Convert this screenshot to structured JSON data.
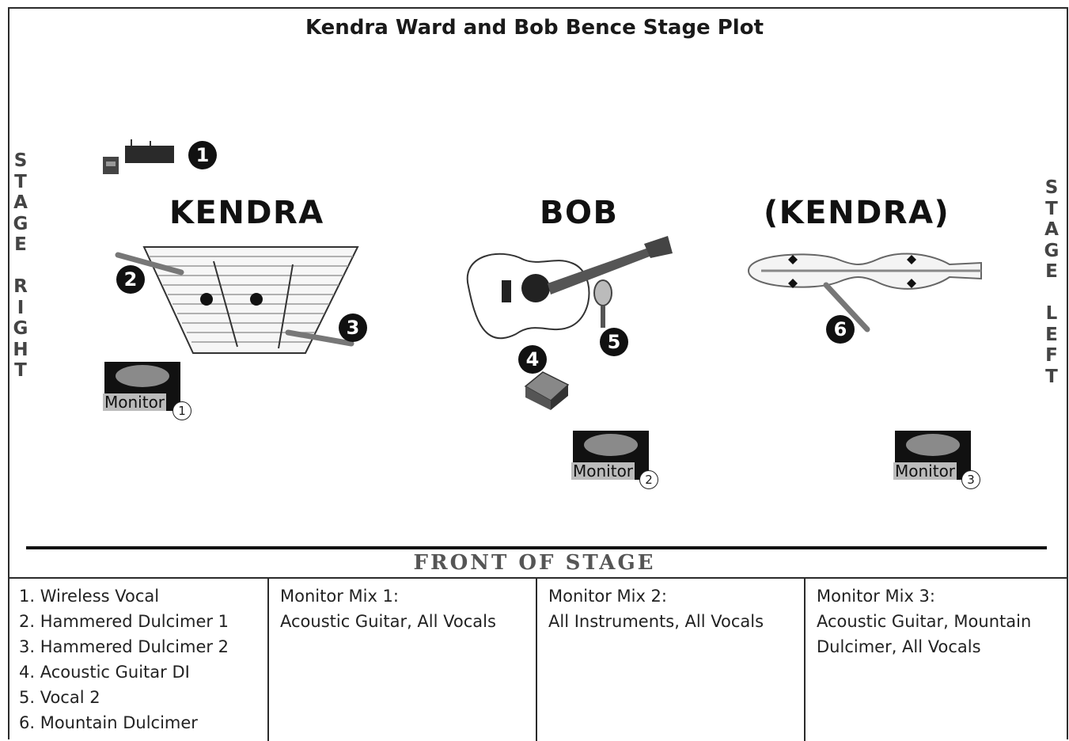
{
  "title": "Kendra Ward and Bob Bence Stage Plot",
  "stage_right": "STAGE\nRIGHT",
  "stage_left": "STAGE\nLEFT",
  "performers": {
    "kendra": "KENDRA",
    "bob": "BOB",
    "kendra_alt": "(KENDRA)"
  },
  "badges": [
    "1",
    "2",
    "3",
    "4",
    "5",
    "6"
  ],
  "monitors": [
    {
      "label": "Monitor",
      "number": "1"
    },
    {
      "label": "Monitor",
      "number": "2"
    },
    {
      "label": "Monitor",
      "number": "3"
    }
  ],
  "front_of_stage": "FRONT OF STAGE",
  "input_list": [
    "1.  Wireless Vocal",
    "2.  Hammered Dulcimer 1",
    "3.  Hammered Dulcimer 2",
    "4.  Acoustic Guitar DI",
    "5.  Vocal 2",
    "6.  Mountain Dulcimer"
  ],
  "mixes": [
    {
      "heading": "Monitor Mix 1:",
      "lines": [
        "Acoustic Guitar, All Vocals"
      ]
    },
    {
      "heading": "Monitor Mix 2:",
      "lines": [
        "All Instruments, All Vocals"
      ]
    },
    {
      "heading": "Monitor Mix 3:",
      "lines": [
        "Acoustic Guitar, Mountain",
        "Dulcimer, All Vocals"
      ]
    }
  ],
  "colors": {
    "ink": "#111111",
    "monitor_face": "#888888",
    "label_gray": "#555555"
  }
}
